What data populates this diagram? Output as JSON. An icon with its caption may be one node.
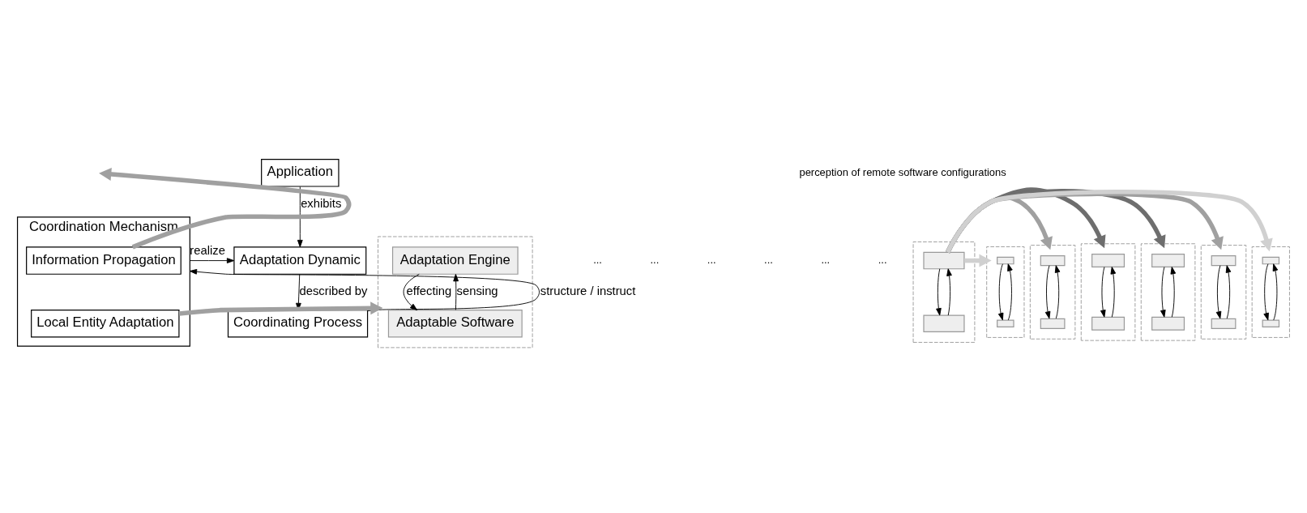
{
  "diagram": {
    "nodes": [
      {
        "text": [
          "Application"
        ]
      },
      {
        "text": [
          "Adaptation Dynamic"
        ]
      },
      {
        "text": [
          "Coordinating Process"
        ]
      },
      {
        "text": [
          "Coordination Mechanism"
        ]
      },
      {
        "text": [
          "Information Propagation"
        ],
        "in": 3
      },
      {
        "text": [
          "Local Entity Adaptation"
        ],
        "in": 3
      },
      {
        "text": [],
        "shape": "box"
      },
      {
        "text": [
          "Adaptation Engine"
        ],
        "in": 6
      },
      {
        "text": [
          "Adaptable Software"
        ],
        "in": 6
      },
      {
        "text": [],
        "shape": "box"
      },
      {
        "text": [],
        "shape": "box",
        "in": 9
      },
      {
        "text": [],
        "shape": "box",
        "in": 9
      },
      {
        "text": [],
        "shape": "box"
      },
      {
        "text": [],
        "shape": "box",
        "in": 12
      },
      {
        "text": [],
        "shape": "box",
        "in": 12
      },
      {
        "text": [],
        "shape": "box"
      },
      {
        "text": [],
        "shape": "box",
        "in": 15
      },
      {
        "text": [],
        "shape": "box",
        "in": 15
      },
      {
        "text": [],
        "shape": "box"
      },
      {
        "text": [],
        "shape": "box",
        "in": 18
      },
      {
        "text": [],
        "shape": "box",
        "in": 18
      },
      {
        "text": [],
        "shape": "box"
      },
      {
        "text": [],
        "shape": "box",
        "in": 21
      },
      {
        "text": [],
        "shape": "box",
        "in": 21
      },
      {
        "text": [],
        "shape": "box"
      },
      {
        "text": [],
        "shape": "box",
        "in": 24
      },
      {
        "text": [],
        "shape": "box",
        "in": 24
      },
      {
        "text": [],
        "shape": "box"
      },
      {
        "text": [],
        "shape": "box",
        "in": 27
      },
      {
        "text": [],
        "shape": "box",
        "in": 27
      }
    ],
    "edges": [
      {
        "from": 0,
        "to": 1,
        "arrow": "to",
        "label": "exhibits"
      },
      {
        "from": 1,
        "to": 2,
        "arrow": "to",
        "label": "described by"
      },
      {
        "from": 2,
        "to": 3,
        "arrow": "to",
        "label": "structure / instruct"
      },
      {
        "from": 3,
        "to": 1,
        "arrow": "to",
        "label": "realize"
      },
      {
        "from": 4,
        "to": null,
        "arrow": "to",
        "style": "thick",
        "color": "#a0a0a0"
      },
      {
        "from": 5,
        "to": 6,
        "arrow": "to",
        "style": "thick",
        "color": "#a0a0a0"
      },
      {
        "from": 8,
        "to": 7,
        "arrow": "to",
        "label": "sensing"
      },
      {
        "from": 7,
        "to": 8,
        "arrow": "to",
        "label": "effecting"
      },
      {
        "from": 19,
        "to": 9,
        "arrow": "to",
        "style": "thick",
        "color": "#d0d0d0"
      },
      {
        "from": 19,
        "to": 12,
        "arrow": "to",
        "style": "thick",
        "color": "#a0a0a0"
      },
      {
        "from": 19,
        "to": 15,
        "arrow": "to",
        "style": "thick",
        "color": "#6e6e6e"
      },
      {
        "from": 19,
        "to": 21,
        "arrow": "to",
        "style": "thick",
        "color": "#6e6e6e"
      },
      {
        "from": 19,
        "to": 24,
        "arrow": "to",
        "style": "thick",
        "color": "#a0a0a0"
      },
      {
        "from": 19,
        "to": 27,
        "arrow": "to",
        "style": "thick",
        "color": "#d0d0d0"
      },
      {
        "from": 11,
        "to": 10,
        "arrow": "to"
      },
      {
        "from": 10,
        "to": 11,
        "arrow": "to"
      },
      {
        "from": 14,
        "to": 13,
        "arrow": "to"
      },
      {
        "from": 13,
        "to": 14,
        "arrow": "to"
      },
      {
        "from": 17,
        "to": 16,
        "arrow": "to"
      },
      {
        "from": 16,
        "to": 17,
        "arrow": "to"
      },
      {
        "from": 20,
        "to": 19,
        "arrow": "to"
      },
      {
        "from": 19,
        "to": 20,
        "arrow": "to"
      },
      {
        "from": 23,
        "to": 22,
        "arrow": "to"
      },
      {
        "from": 22,
        "to": 23,
        "arrow": "to"
      },
      {
        "from": 26,
        "to": 25,
        "arrow": "to"
      },
      {
        "from": 25,
        "to": 26,
        "arrow": "to"
      },
      {
        "from": 29,
        "to": 28,
        "arrow": "to"
      },
      {
        "from": 28,
        "to": 29,
        "arrow": "to"
      }
    ],
    "labels": [
      "perception of remote software configurations",
      "...",
      "...",
      "...",
      "...",
      "...",
      "..."
    ]
  }
}
